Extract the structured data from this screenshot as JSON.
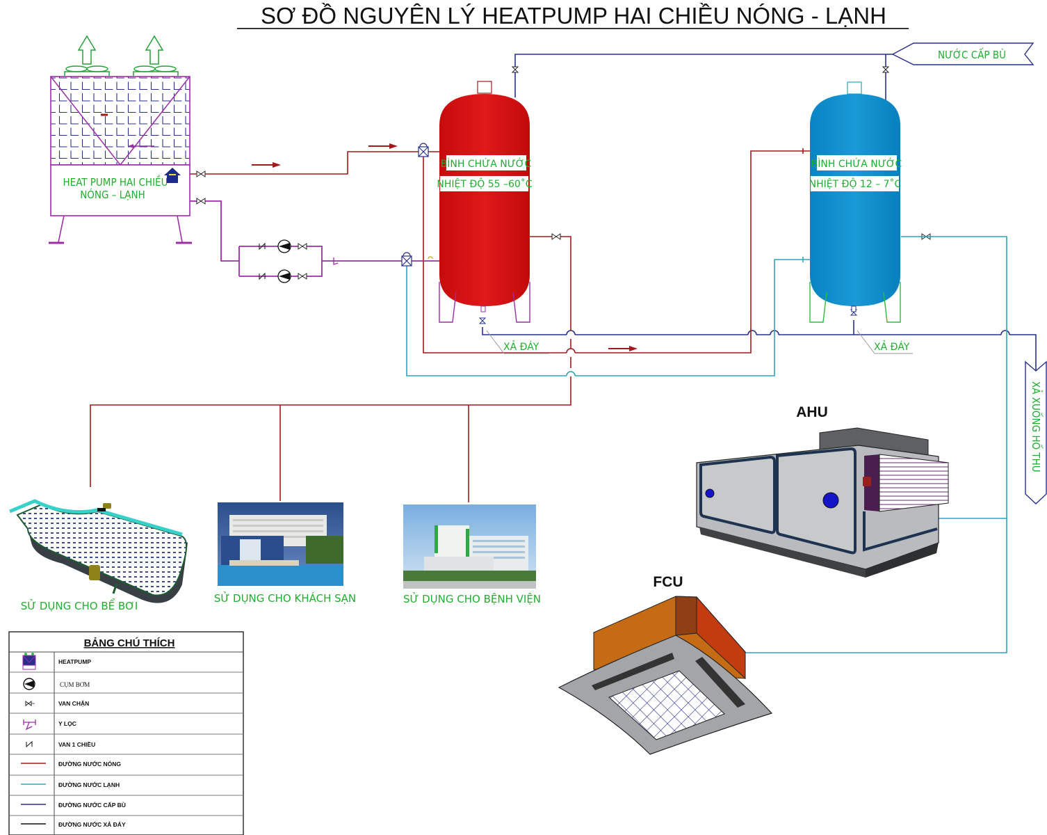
{
  "title": "SƠ ĐỒ NGUYÊN LÝ HEATPUMP HAI CHIỀU NÓNG - LẠNH",
  "heatpump": {
    "label_line1": "HEAT PUMP HAI CHIỀU",
    "label_line2": "NÓNG – LẠNH"
  },
  "hot_tank": {
    "label": "BÌNH CHỨA NƯỚC",
    "temperature": "NHIỆT ĐỘ  55 –60˚C",
    "drain_label": "XẢ ĐÁY",
    "color": "#d40f10"
  },
  "cold_tank": {
    "label": "BÌNH CHỨA NƯỚC",
    "temperature": "NHIỆT ĐỘ  12 – 7˚C",
    "drain_label": "XẢ ĐÁY",
    "color": "#0a8ecb"
  },
  "makeup_water_label": "NƯỚC CẤP BÙ",
  "drain_outlet_label": "XẢ XUỐNG HỐ THU",
  "uses": [
    {
      "label": "SỬ DỤNG CHO BỂ BƠI",
      "icon": "swimming-pool-illustration"
    },
    {
      "label": "SỬ DỤNG CHO KHÁCH SẠN",
      "icon": "hotel-photo"
    },
    {
      "label": "SỬ DỤNG CHO BỆNH VIỆN",
      "icon": "hospital-photo"
    }
  ],
  "equipment": {
    "ahu_label": "AHU",
    "fcu_label": "FCU"
  },
  "legend": {
    "title": "BẢNG CHÚ THÍCH",
    "rows": [
      {
        "symbol": "heatpump-icon",
        "label": "HEATPUMP"
      },
      {
        "symbol": "pump-icon",
        "label": "CỤM BƠM"
      },
      {
        "symbol": "gate-valve-icon",
        "label": "VAN CHẶN"
      },
      {
        "symbol": "y-strainer-icon",
        "label": "Y LỌC"
      },
      {
        "symbol": "check-valve-icon",
        "label": "VAN  1 CHIỀU"
      },
      {
        "symbol": "hot-water-line",
        "label": "ĐƯỜNG NƯỚC NÓNG",
        "color": "#a3191b"
      },
      {
        "symbol": "chilled-water-line",
        "label": "ĐƯỜNG NƯỚC LẠNH",
        "color": "#2ea3be"
      },
      {
        "symbol": "makeup-water-line",
        "label": "ĐƯỜNG NƯỚC CẤP BÙ",
        "color": "#27308a"
      },
      {
        "symbol": "drain-water-line",
        "label": "ĐƯỜNG NƯỚC XẢ ĐÁY",
        "color": "#111111"
      }
    ]
  },
  "colors": {
    "hot_line": "#a3191b",
    "cold_line": "#2ea3be",
    "makeup_line": "#27308a",
    "heatpump_frame": "#9b2ea6",
    "label_green": "#1fae2e"
  }
}
